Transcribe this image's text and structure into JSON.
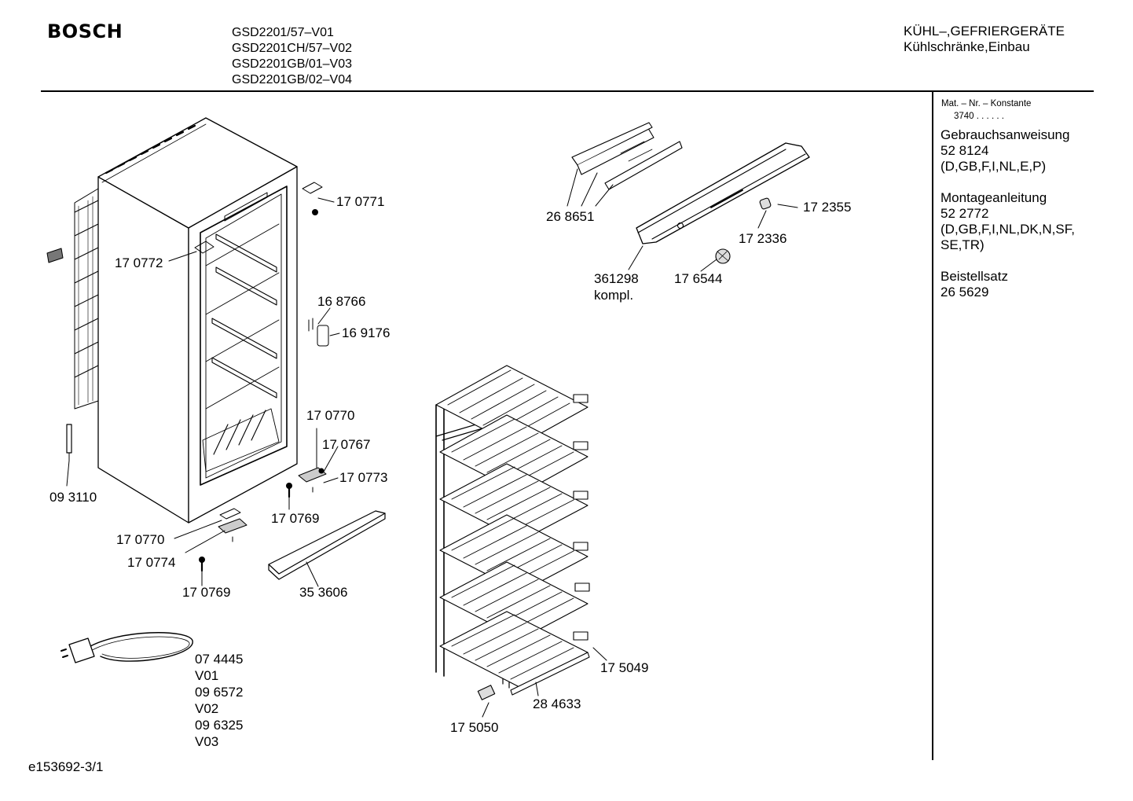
{
  "brand": "BOSCH",
  "models": [
    "GSD2201/57–V01",
    "GSD2201CH/57–V02",
    "GSD2201GB/01–V03",
    "GSD2201GB/02–V04"
  ],
  "category": {
    "line1": "KÜHL–,GEFRIERGERÄTE",
    "line2": "Kühlschränke,Einbau"
  },
  "sidebar": {
    "mat_label": "Mat. – Nr. – Konstante",
    "mat_value": "3740 . . . . . .",
    "manual_title": "Gebrauchsanweisung",
    "manual_number": "52 8124",
    "manual_langs": "(D,GB,F,I,NL,E,P)",
    "mount_title": "Montageanleitung",
    "mount_number": "52 2772",
    "mount_langs": "(D,GB,F,I,NL,DK,N,SF, SE,TR)",
    "kit_title": "Beistellsatz",
    "kit_number": "26 5629"
  },
  "parts": {
    "p170771": "17 0771",
    "p170772": "17 0772",
    "p168766": "16 8766",
    "p169176": "16 9176",
    "p170770a": "17 0770",
    "p170767": "17 0767",
    "p170773": "17 0773",
    "p170769a": "17 0769",
    "p093110": "09 3110",
    "p170770b": "17 0770",
    "p170774": "17 0774",
    "p170769b": "17 0769",
    "p353606": "35 3606",
    "p268651": "26 8651",
    "p172355": "17 2355",
    "p172336": "17 2336",
    "p361298": "361298",
    "p361298_note": "kompl.",
    "p176544": "17 6544",
    "p175049": "17 5049",
    "p284633": "28 4633",
    "p175050": "17 5050"
  },
  "cable_parts": [
    "07 4445",
    "V01",
    "09 6572",
    "V02",
    "09 6325",
    "V03"
  ],
  "footer_code": "e153692-3/1"
}
